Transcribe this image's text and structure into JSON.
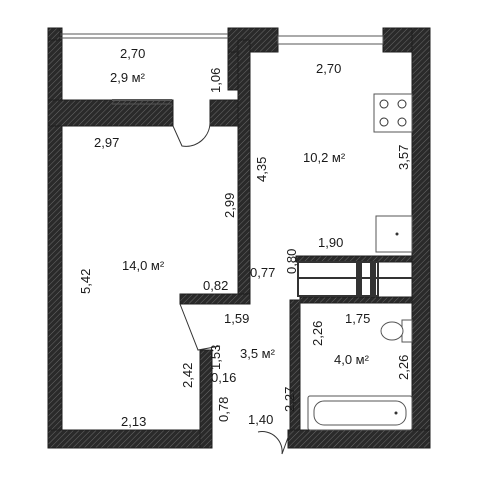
{
  "rooms": [
    {
      "key": "balcony",
      "area": "2,9 м²"
    },
    {
      "key": "living",
      "area": "14,0 м²"
    },
    {
      "key": "kitchen",
      "area": "10,2 м²"
    },
    {
      "key": "hall",
      "area": "3,5 м²"
    },
    {
      "key": "bathroom",
      "area": "4,0 м²"
    }
  ],
  "dimensions": {
    "balcony_width": "2,70",
    "balcony_depth": "1,06",
    "living_top": "2,97",
    "living_right": "2,99",
    "living_left": "5,42",
    "living_bottom": "2,13",
    "living_niche": "0,82",
    "kitchen_top": "2,70",
    "kitchen_left": "4,35",
    "kitchen_right": "3,57",
    "kitchen_bottom": "1,90",
    "kitchen_gap": "0,80",
    "hall_upper": "0,77",
    "hall_top": "1,59",
    "hall_side": "1,53",
    "hall_left": "2,42",
    "hall_small": "0,16",
    "hall_bottom_left": "0,78",
    "hall_bottom": "1,40",
    "hall_right": "2,27",
    "bath_top": "1,75",
    "bath_left": "2,26",
    "bath_right": "2,26"
  },
  "fixtures": [
    "stove-icon",
    "sink-icon",
    "toilet-icon",
    "bathtub-icon"
  ]
}
